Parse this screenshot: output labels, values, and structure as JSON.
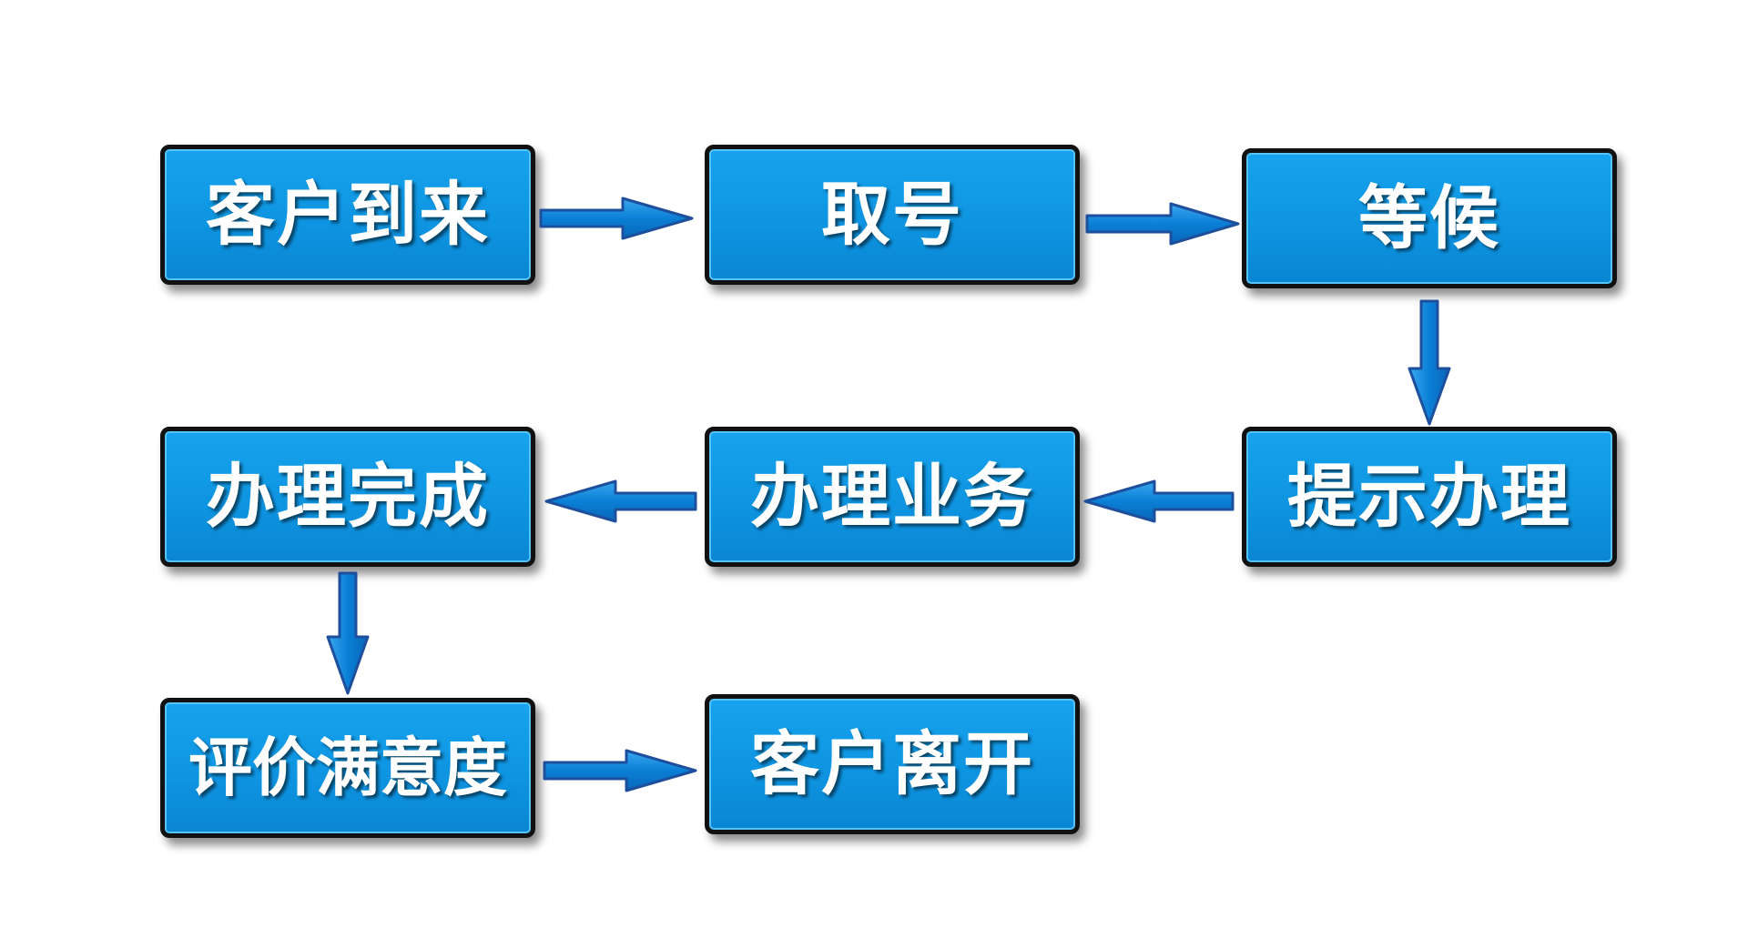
{
  "nodes": {
    "customer_arrives": "客户到来",
    "take_number": "取号",
    "wait": "等候",
    "prompt_service": "提示办理",
    "handle_business": "办理业务",
    "service_complete": "办理完成",
    "rate_satisfaction": "评价满意度",
    "customer_leaves": "客户离开"
  },
  "colors": {
    "box_fill": "#0f98e4",
    "box_border": "#111111",
    "arrow_fill": "#0a7fd6",
    "arrow_stroke": "#1d4f9c",
    "text": "#ffffff"
  }
}
